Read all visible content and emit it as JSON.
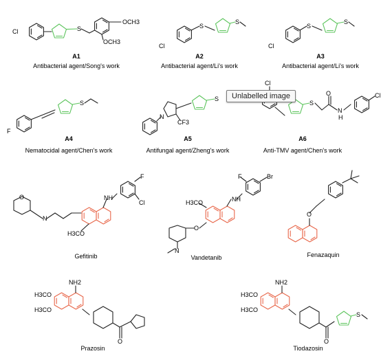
{
  "colors": {
    "oxadiazole": "#5cc45c",
    "quinazoline": "#e8674a",
    "bond": "#222222"
  },
  "tooltip": "Unlabelled image",
  "atoms": {
    "cl": "Cl",
    "s": "S",
    "o": "O",
    "n": "N",
    "och3": "OCH3",
    "f": "F",
    "br": "Br",
    "cf3": "CF3",
    "nh": "NH",
    "nh2": "NH2",
    "h3co": "H3CO",
    "h": "H"
  },
  "compounds": [
    {
      "id": "A1",
      "label": "Antibacterial agent/Song's work"
    },
    {
      "id": "A2",
      "label": "Antibacterial agent/Li's work"
    },
    {
      "id": "A3",
      "label": "Antibacterial agent/Li's work"
    },
    {
      "id": "A4",
      "label": "Nematocidal agent/Chen's work"
    },
    {
      "id": "A5",
      "label": "Antifungal agent/Zheng's work"
    },
    {
      "id": "A6",
      "label": "Anti-TMV agent/Chen's work"
    }
  ],
  "drugs": [
    {
      "name": "Gefitinib"
    },
    {
      "name": "Vandetanib"
    },
    {
      "name": "Fenazaquin"
    },
    {
      "name": "Prazosin"
    },
    {
      "name": "Tiodazosin"
    }
  ]
}
